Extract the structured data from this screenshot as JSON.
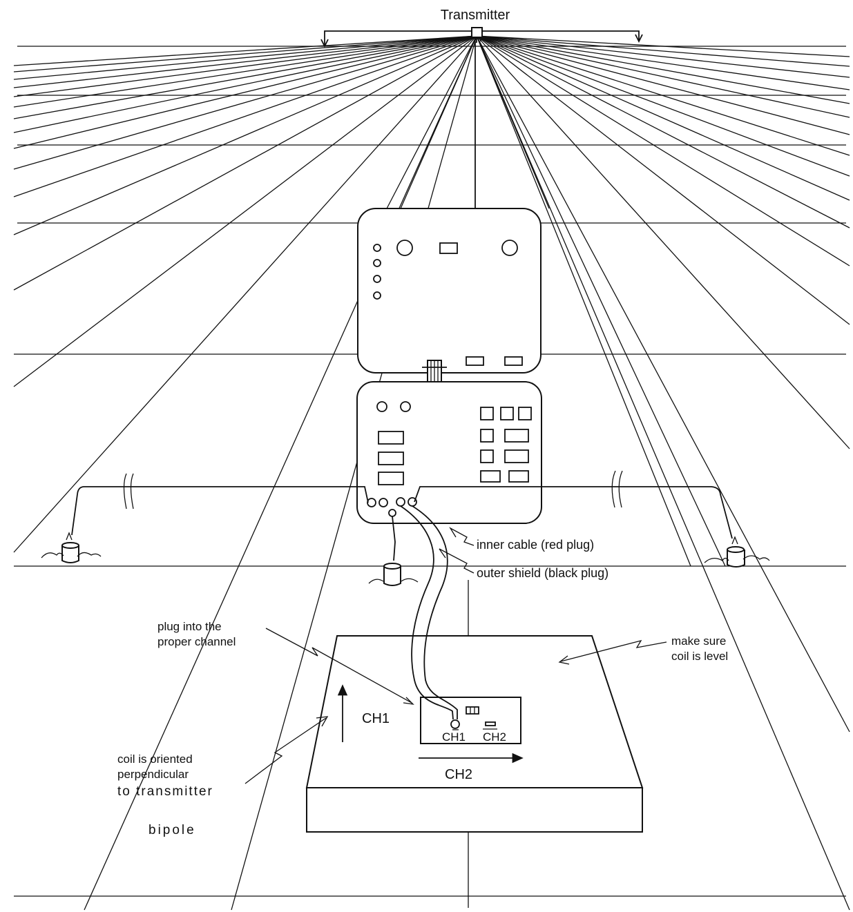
{
  "labels": {
    "transmitter": "Transmitter",
    "inner_cable": "inner cable (red plug)",
    "outer_shield": "outer shield (black plug)",
    "plug_line1": "plug into the",
    "plug_line2": "proper channel",
    "level_line1": "make sure",
    "level_line2": "coil is level",
    "coil_line1": "coil is oriented",
    "coil_line2": "perpendicular",
    "coil_line3": "to transmitter",
    "coil_line4": "bipole",
    "ch1_arrow": "CH1",
    "ch2_arrow": "CH2",
    "ch1_port": "CH1",
    "ch2_port": "CH2"
  },
  "colors": {
    "ink": "#111111",
    "paper": "#ffffff"
  }
}
